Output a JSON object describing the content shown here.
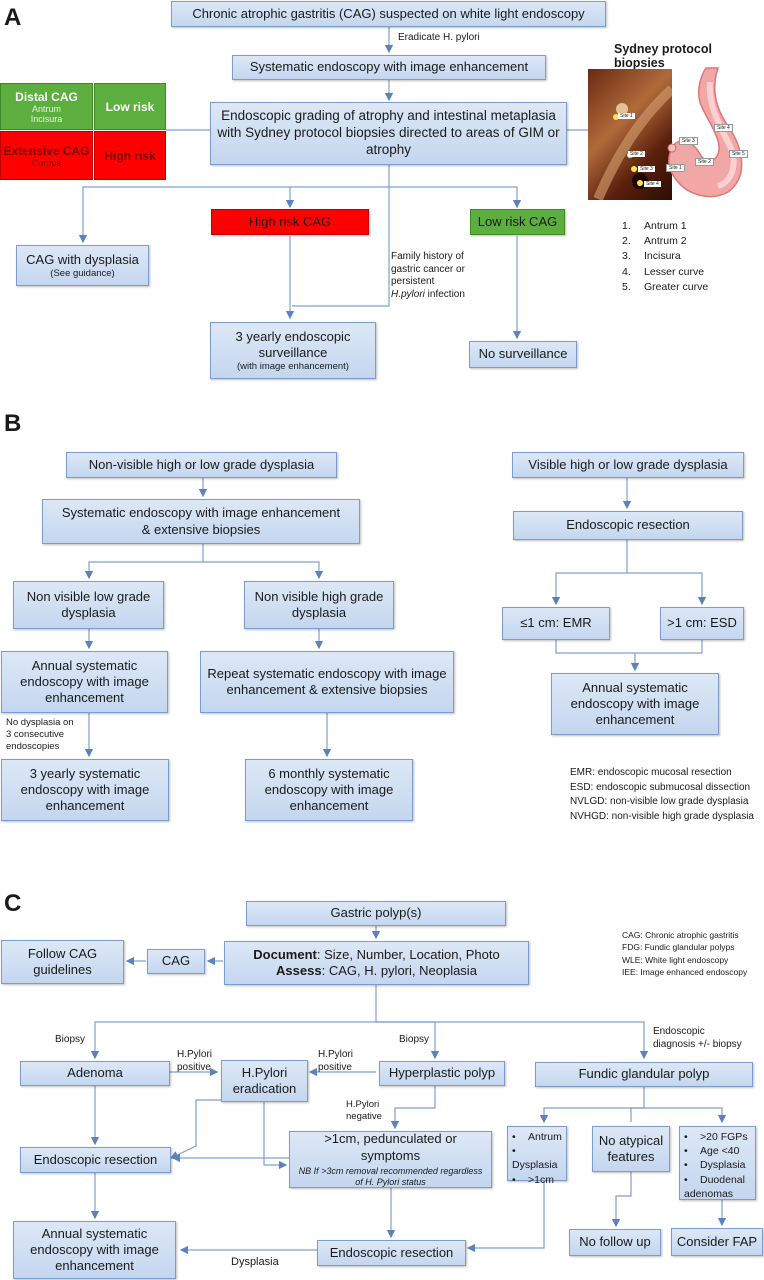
{
  "panelA": {
    "letter": "A",
    "title_box": "Chronic atrophic gastritis (CAG) suspected on white light endoscopy",
    "eradicate_label": "Eradicate H. pylori",
    "systematic": "Systematic endoscopy with image enhancement",
    "grading": "Endoscopic grading of atrophy and intestinal metaplasia with Sydney protocol biopsies directed to areas of GIM or atrophy",
    "distal": {
      "title": "Distal CAG",
      "sub1": "Antrum",
      "sub2": "Incisura",
      "risk": "Low risk"
    },
    "extensive": {
      "title": "Extensive CAG",
      "sub1": "Corpus",
      "risk": "High risk"
    },
    "high_risk_cag": "High risk CAG",
    "low_risk_cag": "Low risk CAG",
    "dysplasia_box": "CAG with dysplasia",
    "dysplasia_sub": "(See guidance)",
    "family_note_1": "Family history of",
    "family_note_2": "gastric cancer or",
    "family_note_3": "persistent",
    "family_note_4a": "H.pylori",
    "family_note_4b": " infection",
    "surveillance_3y": "3 yearly endoscopic surveillance",
    "surveillance_sub": "(with image enhancement)",
    "no_surveillance": "No surveillance",
    "sydney_title": "Sydney protocol biopsies",
    "sites": [
      "Antrum 1",
      "Antrum 2",
      "Incisura",
      "Lesser curve",
      "Greater curve"
    ],
    "site_numbers": [
      "1.",
      "2.",
      "3.",
      "4.",
      "5."
    ],
    "diagram_sites": [
      "Site 1",
      "Site 2",
      "Site 3",
      "Site 4",
      "Site 5"
    ]
  },
  "panelB": {
    "letter": "B",
    "nonvisible": "Non-visible high or low grade dysplasia",
    "visible": "Visible high or low grade dysplasia",
    "systematic_ext_1": "Systematic endoscopy with image enhancement",
    "systematic_ext_2": "& extensive biopsies",
    "resection": "Endoscopic resection",
    "nv_low": "Non visible low grade dysplasia",
    "nv_high": "Non visible high grade dysplasia",
    "emr_box": "≤1 cm: EMR",
    "esd_box": ">1 cm: ESD",
    "annual_low": "Annual systematic endoscopy with image enhancement",
    "repeat_high": "Repeat systematic endoscopy with image enhancement & extensive biopsies",
    "annual_vis": "Annual systematic endoscopy with image enhancement",
    "no_dysplasia_1": "No dysplasia on",
    "no_dysplasia_2": "3 consecutive",
    "no_dysplasia_3": "endoscopies",
    "three_yearly": "3 yearly systematic endoscopy with image enhancement",
    "six_monthly": "6 monthly systematic endoscopy with image enhancement",
    "abbrevs": [
      "EMR: endoscopic mucosal resection",
      "ESD: endoscopic submucosal dissection",
      "NVLGD: non-visible low grade dysplasia",
      "NVHGD: non-visible high grade dysplasia"
    ]
  },
  "panelC": {
    "letter": "C",
    "polyps": "Gastric polyp(s)",
    "doc_bold": "Document",
    "doc_rest": ": Size, Number, Location, Photo",
    "assess_bold": "Assess",
    "assess_rest": ": CAG, H. pylori, Neoplasia",
    "cag": "CAG",
    "follow_cag": "Follow CAG guidelines",
    "abbrevs": [
      "CAG: Chronic atrophic gastritis",
      "FDG: Fundic glandular polyps",
      "WLE: White light endoscopy",
      "IEE: Image enhanced endoscopy"
    ],
    "biopsy_left": "Biopsy",
    "biopsy_mid": "Biopsy",
    "endo_diag_1": "Endoscopic",
    "endo_diag_2": "diagnosis +/- biopsy",
    "hp_pos_left_1": "H.Pylori",
    "hp_pos_left_2": "positive",
    "hp_pos_right_1": "H.Pylori",
    "hp_pos_right_2": "positive",
    "hp_neg_1": "H.Pylori",
    "hp_neg_2": "negative",
    "adenoma": "Adenoma",
    "hp_erad": "H.Pylori eradication",
    "hyperplastic": "Hyperplastic polyp",
    "fundic": "Fundic glandular polyp",
    "gt1cm": ">1cm, pedunculated or symptoms",
    "nb_note": "NB If >3cm removal recommended regardless of H. Pylori status",
    "endo_res_left": "Endoscopic resection",
    "endo_res_bottom": "Endoscopic resection",
    "bullets_left": [
      "Antrum",
      "Dysplasia",
      ">1cm"
    ],
    "no_atypical": "No atypical features",
    "bullets_right": [
      ">20 FGPs",
      "Age <40",
      "Dysplasia",
      "Duodenal adenomas"
    ],
    "annual": "Annual systematic endoscopy with image enhancement",
    "dysplasia_label": "Dysplasia",
    "no_follow": "No follow up",
    "consider_fap": "Consider FAP"
  },
  "colors": {
    "box_fill": "#c4d6ef",
    "box_border": "#7c9cc9",
    "line": "#7c9cc9",
    "red": "#ff0000",
    "green": "#5cae3e"
  }
}
